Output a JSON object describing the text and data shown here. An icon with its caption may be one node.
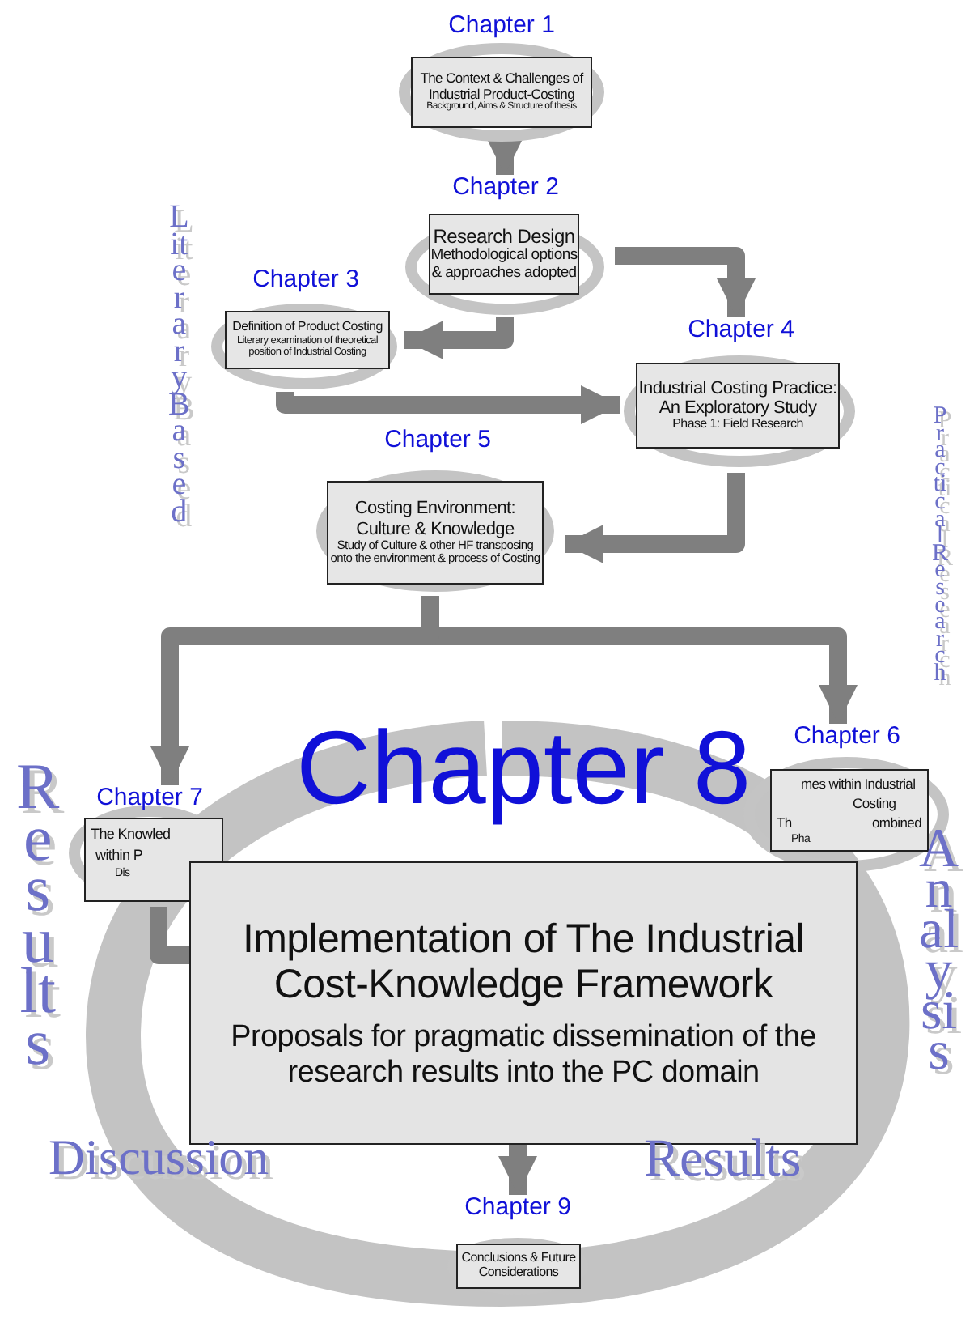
{
  "diagram": {
    "nodes": [
      {
        "text": [
          "Chapter 1",
          "The Context & Challenges of Industrial Product-Costing",
          "Background, Aims & Structure of thesis"
        ]
      },
      {
        "text": [
          "Chapter 2",
          "Research Design",
          "Methodological options & approaches adopted"
        ]
      },
      {
        "text": [
          "Chapter 3",
          "Definition of Product Costing",
          "Literary examination of theoretical position of Industrial Costing"
        ]
      },
      {
        "text": [
          "Chapter 4",
          "Industrial Costing Practice: An Exploratory Study",
          "Phase 1: Field Research"
        ]
      },
      {
        "text": [
          "Chapter 5",
          "Costing Environment: Culture & Knowledge",
          "Study of Culture & other HF transposing onto the environment & process of Costing"
        ]
      },
      {
        "text": [
          "Chapter 6",
          "mes within Industrial",
          "Costing",
          "Th",
          "ombined",
          "Pha"
        ]
      },
      {
        "text": [
          "Chapter 7",
          "The Knowled",
          "within P",
          "Dis"
        ]
      },
      {
        "text": [
          "Chapter 8",
          "Implementation of The Industrial Cost-Knowledge Framework",
          "Proposals for pragmatic dissemination of the research results into the PC domain"
        ]
      },
      {
        "text": [
          "Chapter 9",
          "Conclusions & Future Considerations"
        ]
      }
    ],
    "edges": [
      {
        "from": 0,
        "to": 1,
        "arrow": "to"
      },
      {
        "from": 1,
        "to": 3,
        "arrow": "to"
      },
      {
        "from": 1,
        "to": 2,
        "arrow": "to"
      },
      {
        "from": 2,
        "to": 3,
        "arrow": "to"
      },
      {
        "from": 3,
        "to": 4,
        "arrow": "to"
      },
      {
        "from": 4,
        "to": 5,
        "arrow": "to"
      },
      {
        "from": 4,
        "to": 6,
        "arrow": "to"
      },
      {
        "from": 7,
        "to": 8,
        "arrow": "to"
      },
      {
        "from": 6,
        "to": 7,
        "arrow": "none"
      }
    ],
    "labels": [
      "Literary Based",
      "Practical Research",
      "Results",
      "Analysis",
      "Discussion",
      "Results"
    ]
  }
}
